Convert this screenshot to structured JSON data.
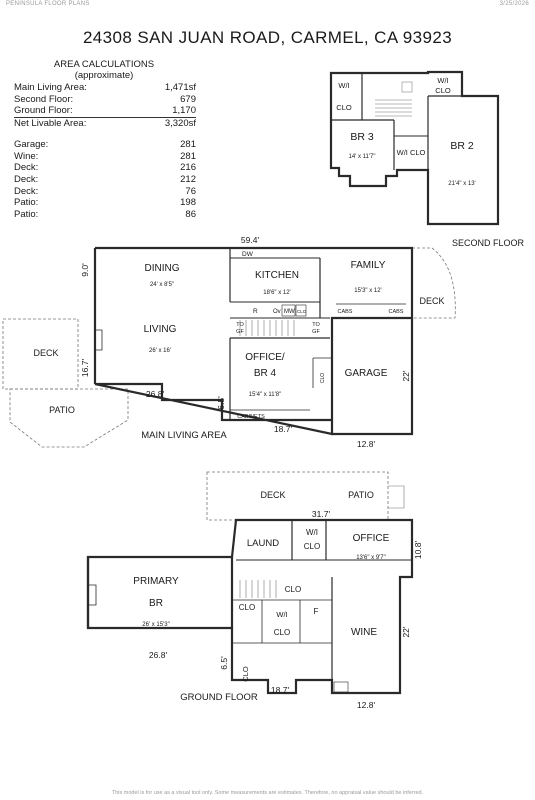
{
  "header": {
    "left": "PENINSULA FLOOR PLANS",
    "right": "3/25/2026"
  },
  "title": "24308 SAN JUAN ROAD, CARMEL, CA 93923",
  "area_calculations": {
    "title": "AREA CALCULATIONS",
    "subtitle": "(approximate)",
    "rows": [
      {
        "label": "Main Living Area:",
        "value": "1,471sf"
      },
      {
        "label": "Second Floor:",
        "value": "679"
      },
      {
        "label": "Ground Floor:",
        "value": "1,170",
        "underline": true
      },
      {
        "label": "Net Livable Area:",
        "value": "3,320sf"
      },
      {
        "label": "",
        "value": ""
      },
      {
        "label": "Garage:",
        "value": "281"
      },
      {
        "label": "Wine:",
        "value": "281"
      },
      {
        "label": "Deck:",
        "value": "216"
      },
      {
        "label": "Deck:",
        "value": "212"
      },
      {
        "label": "Deck:",
        "value": "76"
      },
      {
        "label": "Patio:",
        "value": "198"
      },
      {
        "label": "Patio:",
        "value": "86"
      }
    ]
  },
  "second_floor": {
    "label": "SECOND FLOOR",
    "rooms": {
      "wi_clo_left": [
        "W/I",
        "CLO"
      ],
      "wi_clo_right": [
        "W/I",
        "CLO"
      ],
      "br3_name": "BR 3",
      "br3_dim": "14' x 11'7\"",
      "wi_clo_mid": "W/I CLO",
      "br2_name": "BR 2",
      "br2_dim": "21'4\" x 13'"
    }
  },
  "main_level": {
    "label": "MAIN LIVING AREA",
    "dims": {
      "top": "59.4'",
      "left": "9.0'",
      "left2": "16.7'",
      "bottom_left": "26.8'",
      "bottom_mid": "18.7'",
      "bottom_right": "12.8'",
      "small_left": "6.5'",
      "garage_right": "22'"
    },
    "rooms": {
      "dining": "DINING",
      "dining_dim": "24' x 8'5\"",
      "kitchen": "KITCHEN",
      "kitchen_dim": "18'6\" x 12'",
      "family": "FAMILY",
      "family_dim": "15'3\" x 12'",
      "living": "LIVING",
      "living_dim": "26' x 16'",
      "office": "OFFICE/",
      "office2": "BR 4",
      "office_dim": "15'4\" x 11'8\"",
      "garage": "GARAGE",
      "deck_left": "DECK",
      "deck_right": "DECK",
      "patio": "PATIO",
      "dw": "DW",
      "r": "R",
      "ov": "Ov",
      "mw": "MW",
      "clo_small": "CLO",
      "to_gf1": "TO\nGF",
      "to_gf2": "TO\nGF",
      "cabs1": "CABS",
      "cabs2": "CABS",
      "cabinets": "CABINETS",
      "clo_office": "CLO"
    }
  },
  "ground_level": {
    "label": "GROUND FLOOR",
    "dims": {
      "top": "31.7'",
      "right": "10.8'",
      "bottom_left": "26.8'",
      "bottom_mid": "18.7'",
      "bottom_right": "12.8'",
      "small_left": "6.5'",
      "wine_right": "22'"
    },
    "rooms": {
      "deck": "DECK",
      "patio": "PATIO",
      "laund": "LAUND",
      "wi_clo": [
        "W/I",
        "CLO"
      ],
      "office": "OFFICE",
      "office_dim": "13'6\" x 9'7\"",
      "primary": "PRIMARY",
      "primary2": "BR",
      "primary_dim": "26' x 15'3\"",
      "clo1": "CLO",
      "clo2": "CLO",
      "clo3": "CLO",
      "clo4": "CLO",
      "wi_small": "W/I",
      "f": "F",
      "wine": "WINE"
    }
  },
  "footer": "This model is for use as a visual tool only. Some measurements are estimates. Therefore, no appraisal value should be inferred."
}
